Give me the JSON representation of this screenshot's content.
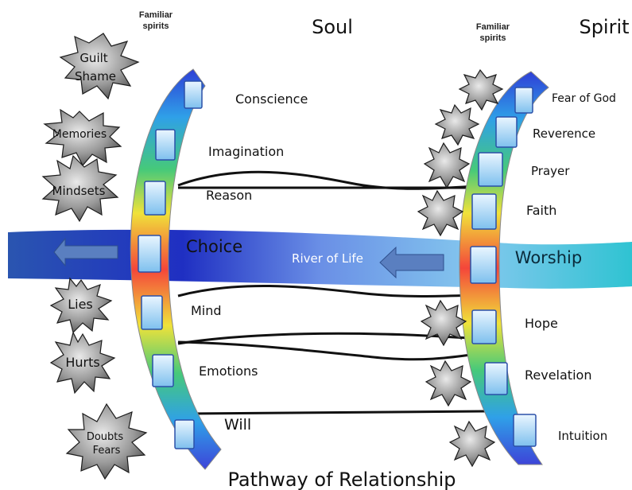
{
  "headings": {
    "soul": "Soul",
    "spirit": "Spirit",
    "familiar_left": [
      "Familiar",
      "spirits"
    ],
    "familiar_right": [
      "Familiar",
      "spirits"
    ],
    "pathway": "Pathway of Relationship"
  },
  "river": {
    "label": "River of Life",
    "choice": "Choice",
    "worship": "Worship"
  },
  "soul_items": [
    "Conscience",
    "Imagination",
    "Reason",
    "Mind",
    "Emotions",
    "Will"
  ],
  "spirit_items": [
    "Fear of God",
    "Reverence",
    "Prayer",
    "Faith",
    "Hope",
    "Revelation",
    "Intuition"
  ],
  "strongholds": {
    "guilt": "Guilt",
    "shame": "Shame",
    "memories": "Memories",
    "mindsets": "Mindsets",
    "lies": "Lies",
    "hurts": "Hurts",
    "doubts": "Doubts",
    "fears": "Fears"
  },
  "colors": {
    "river_dark": "#2a3fb8",
    "river_light": "#33c6d6",
    "arrow": "#5a7fc0"
  }
}
